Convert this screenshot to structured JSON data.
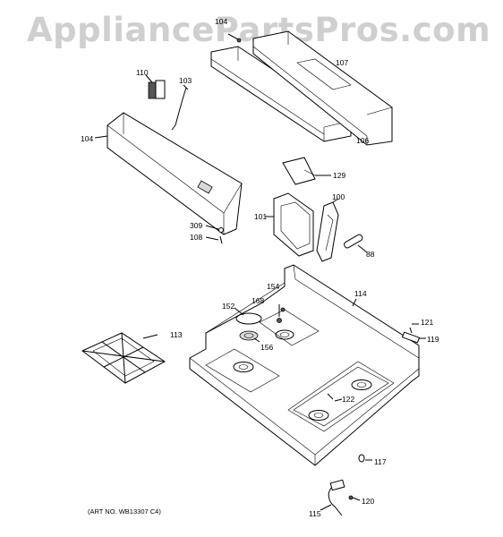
{
  "watermark": "AppliancePartsPros.com",
  "art_number": "(ART NO. WB13307 C4)",
  "callouts": [
    {
      "id": "c104a",
      "label": "104"
    },
    {
      "id": "c107",
      "label": "107"
    },
    {
      "id": "c110",
      "label": "110"
    },
    {
      "id": "c103",
      "label": "103"
    },
    {
      "id": "c104",
      "label": "104"
    },
    {
      "id": "c106",
      "label": "106"
    },
    {
      "id": "c129",
      "label": "129"
    },
    {
      "id": "c100",
      "label": "100"
    },
    {
      "id": "c101",
      "label": "101"
    },
    {
      "id": "c309",
      "label": "309"
    },
    {
      "id": "c108",
      "label": "108"
    },
    {
      "id": "c88",
      "label": "88"
    },
    {
      "id": "c154",
      "label": "154"
    },
    {
      "id": "c114",
      "label": "114"
    },
    {
      "id": "c168",
      "label": "168"
    },
    {
      "id": "c152",
      "label": "152"
    },
    {
      "id": "c121",
      "label": "121"
    },
    {
      "id": "c119",
      "label": "119"
    },
    {
      "id": "c113",
      "label": "113"
    },
    {
      "id": "c156",
      "label": "156"
    },
    {
      "id": "c122",
      "label": "122"
    },
    {
      "id": "c117",
      "label": "117"
    },
    {
      "id": "c120",
      "label": "120"
    },
    {
      "id": "c115",
      "label": "115"
    }
  ]
}
